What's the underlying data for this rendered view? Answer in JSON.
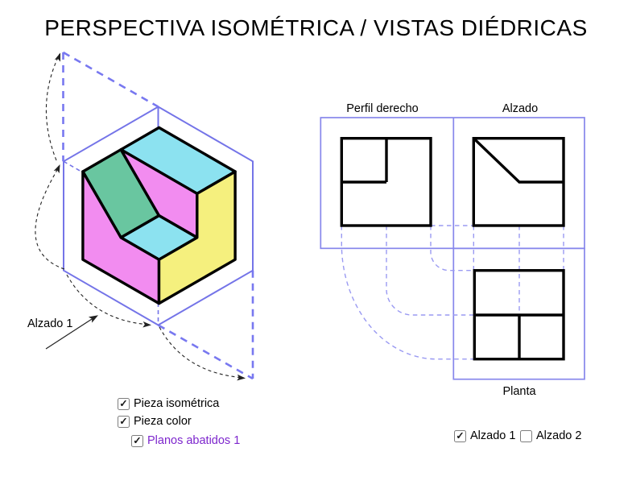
{
  "title": "PERSPECTIVA ISOMÉTRICA / VISTAS DIÉDRICAS",
  "isometric": {
    "pointer_label": "Alzado 1"
  },
  "views": {
    "perfil_label": "Perfil derecho",
    "alzado_label": "Alzado",
    "planta_label": "Planta"
  },
  "checkboxes": {
    "pieza_isometrica": {
      "label": "Pieza isométrica",
      "checked": true
    },
    "pieza_color": {
      "label": "Pieza color",
      "checked": true
    },
    "planos_abatidos": {
      "label": "Planos abatidos 1",
      "checked": true
    },
    "alzado_1": {
      "label": "Alzado 1",
      "checked": true
    },
    "alzado_2": {
      "label": "Alzado 2",
      "checked": false
    }
  },
  "colors": {
    "face_magenta": "#F28CF0",
    "face_cyan": "#8CE2F0",
    "face_yellow": "#F5F07E",
    "face_green": "#69C6A0",
    "box_blue": "#7474E8",
    "frame_blue": "#8787EC",
    "projection_blue": "#9A9AF2",
    "fold_dash_blue": "#7878F0",
    "edge_black": "#000000",
    "arc_black": "#222222",
    "purple_label": "#7D26CD"
  }
}
